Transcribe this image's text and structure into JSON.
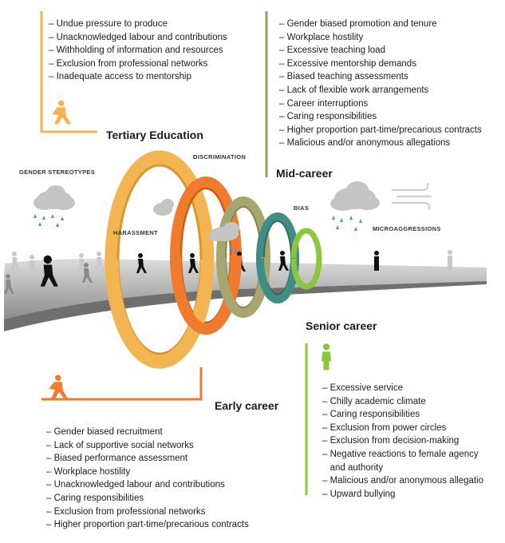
{
  "stages": {
    "tertiary": {
      "title": "Tertiary Education",
      "color": "#f2b552",
      "items": [
        "Undue pressure to produce",
        "Unacknowledged labour and contributions",
        "Withholding of information and resources",
        "Exclusion from professional networks",
        "Inadequate access to mentorship"
      ]
    },
    "mid": {
      "title": "Mid-career",
      "color": "#9a9a64",
      "items": [
        "Gender biased promotion and tenure",
        "Workplace hostility",
        "Excessive teaching load",
        "Excessive mentorship demands",
        "Biased teaching assessments",
        "Lack of flexible work arrangements",
        "Career interruptions",
        "Caring responsibilities",
        "Higher proportion part-time/precarious contracts",
        "Malicious and/or anonymous allegations"
      ]
    },
    "early": {
      "title": "Early career",
      "color": "#f07b2e",
      "items": [
        "Gender biased recruitment",
        "Lack of supportive social networks",
        "Biased performance assessment",
        "Workplace hostility",
        "Unacknowledged labour and contributions",
        "Caring responsibilities",
        "Exclusion from professional networks",
        "Higher proportion part-time/precarious contracts"
      ]
    },
    "senior": {
      "title": "Senior career",
      "color": "#8cc63f",
      "items": [
        "Excessive service",
        "Chilly academic climate",
        "Caring responsibilities",
        "Exclusion from power circles",
        "Exclusion from decision-making",
        "Negative reactions to female agency and authority",
        "Malicious and/or anonymous allegatio",
        "Upward bullying"
      ]
    }
  },
  "barriers": {
    "gender_stereotypes": "GENDER STEREOTYPES",
    "discrimination": "DISCRIMINATION",
    "harassment": "HARASSMENT",
    "bias": "BIAS",
    "microaggressions": "MICROAGGRESSIONS"
  },
  "ring_colors": [
    "#f2b552",
    "#f07b2e",
    "#a8a670",
    "#3f8d84",
    "#8cc63f"
  ],
  "icons": {
    "tertiary": "running-figure-icon",
    "early": "running-figure-icon",
    "senior": "standing-figure-icon",
    "clouds": "rain-cloud-icon",
    "wind": "wind-icon"
  }
}
